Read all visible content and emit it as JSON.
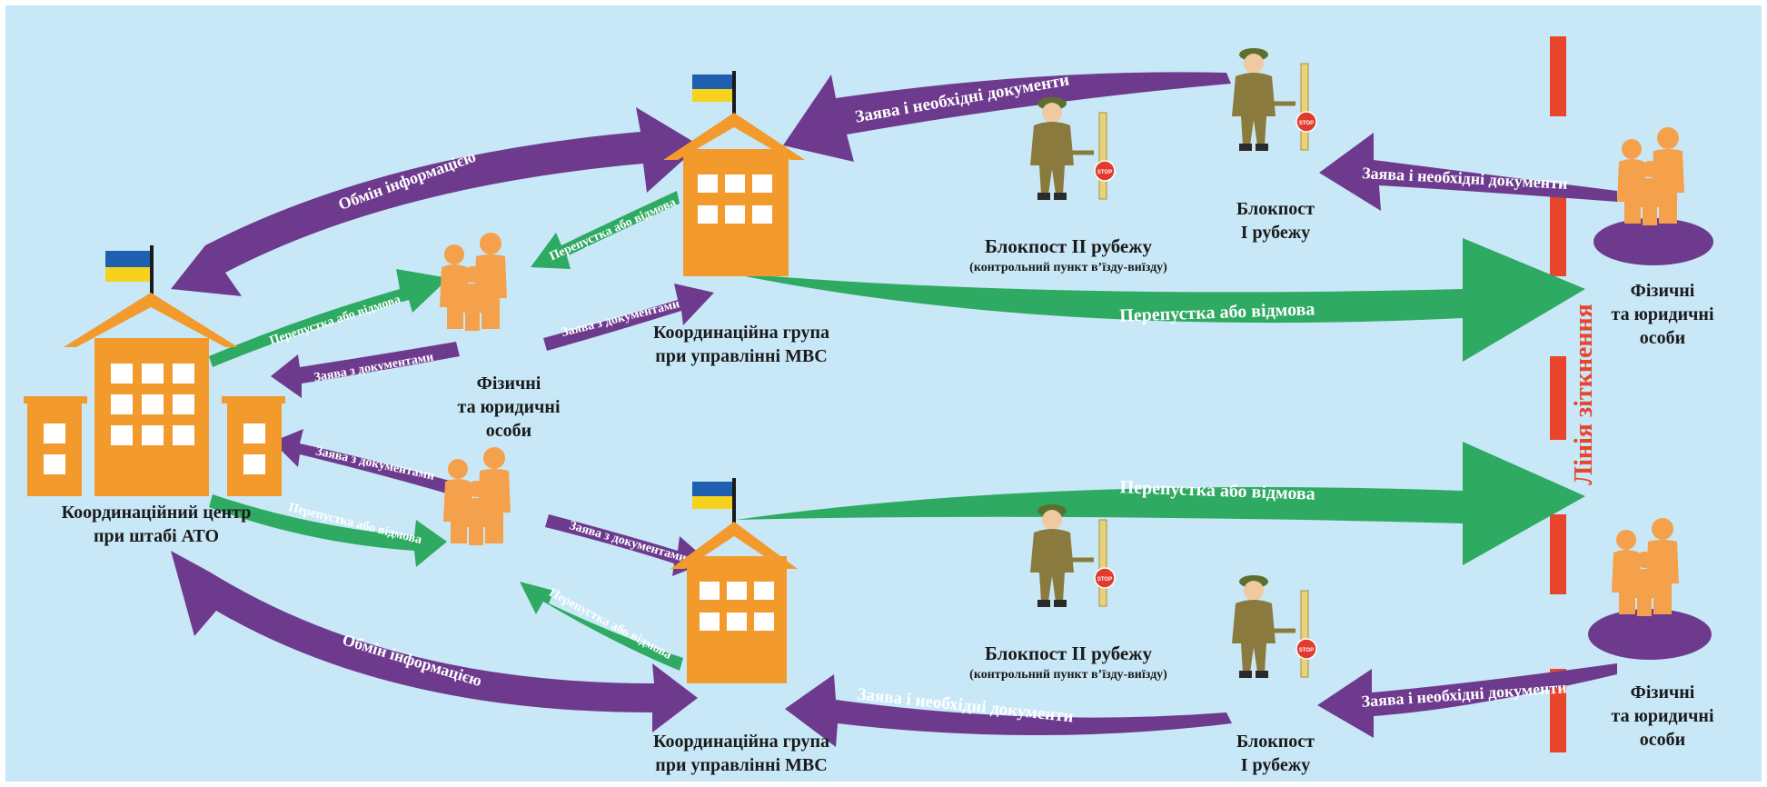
{
  "colors": {
    "background": "#c8e8f7",
    "building": "#f39a2c",
    "window": "#ffffff",
    "purple_arrow": "#6e3a8e",
    "green_arrow": "#2eaa62",
    "person": "#f5a04a",
    "ellipse": "#6e3a8e",
    "contact_line": "#e8452c",
    "flag_blue": "#1f5fb0",
    "flag_yellow": "#f7d21c",
    "soldier": "#8a7a3e"
  },
  "center": {
    "title_line1": "Координаційний центр",
    "title_line2": "при штабі АТО"
  },
  "group_top": {
    "title_line1": "Координаційна група",
    "title_line2": "при управлінні МВС"
  },
  "group_bottom": {
    "title_line1": "Координаційна група",
    "title_line2": "при управлінні МВС"
  },
  "persons_mid": {
    "line1": "Фізичні",
    "line2": "та юридичні",
    "line3": "особи"
  },
  "persons_right_top": {
    "line1": "Фізичні",
    "line2": "та юридичні",
    "line3": "особи"
  },
  "persons_right_bottom": {
    "line1": "Фізичні",
    "line2": "та юридичні",
    "line3": "особи"
  },
  "checkpoint2_top": {
    "title": "Блокпост ІІ рубежу",
    "subtitle": "(контрольний пункт в’їзду-виїзду)"
  },
  "checkpoint2_bottom": {
    "title": "Блокпост ІІ рубежу",
    "subtitle": "(контрольний пункт в’їзду-виїзду)"
  },
  "checkpoint1_top": {
    "line1": "Блокпост",
    "line2": "І рубежу"
  },
  "checkpoint1_bottom": {
    "line1": "Блокпост",
    "line2": "І рубежу"
  },
  "contact_line": "Лінія зіткнення",
  "stop_sign": "STOP",
  "arrows": {
    "info_top": "Обмін інформацією",
    "info_bottom": "Обмін інформацією",
    "docs_top_far": "Заява і необхідні документи",
    "docs_top_near": "Заява і необхідні документи",
    "docs_bottom_far": "Заява і необхідні документи",
    "docs_bottom_near": "Заява і необхідні документи",
    "pass_top_big": "Перепустка або відмова",
    "pass_bottom_big": "Перепустка або відмова",
    "pass_top_group_to_persons": "Перепустка або відмова",
    "pass_top_center_to_persons": "Перепустка або відмова",
    "pass_bottom_center_to_persons": "Перепустка або відмова",
    "pass_bottom_group_to_persons": "Перепустка або відмова",
    "with_docs_top_to_group": "Заява з документами",
    "with_docs_top_to_center": "Заява з документами",
    "with_docs_bottom_to_center": "Заява з документами",
    "with_docs_bottom_to_group": "Заява з документами"
  }
}
